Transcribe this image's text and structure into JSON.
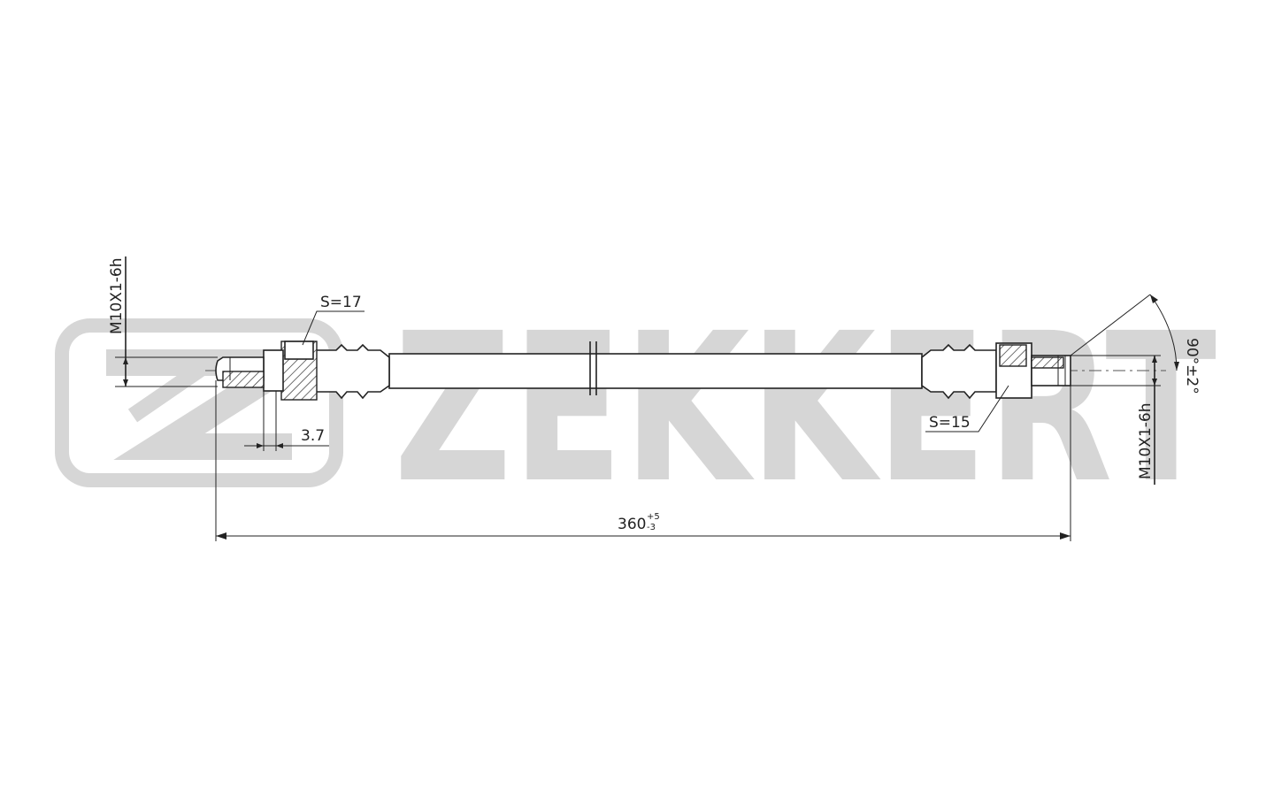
{
  "watermark": {
    "brand_text": "ZEKKERT",
    "color": "#d6d6d6"
  },
  "dimensions": {
    "thread_left": "M10X1-6h",
    "wrench_left": "S=17",
    "offset": "3.7",
    "length_main": "360",
    "length_tol_upper": "+5",
    "length_tol_lower": "-3",
    "wrench_right": "S=15",
    "thread_right": "M10X1-6h",
    "angle": "90°±2°"
  },
  "colors": {
    "line": "#222222",
    "watermark": "#d6d6d6",
    "background": "#ffffff"
  }
}
